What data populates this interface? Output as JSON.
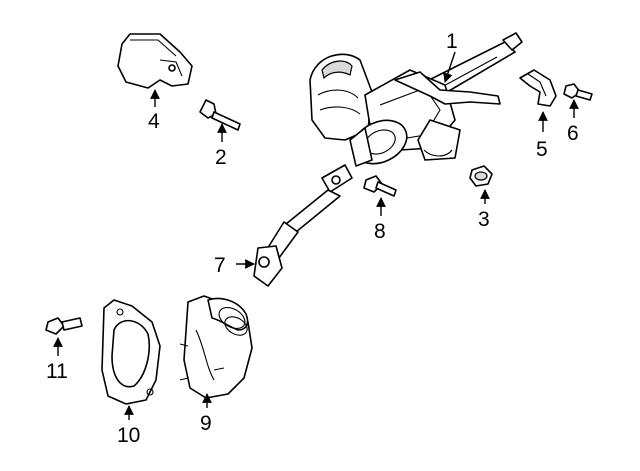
{
  "callouts": [
    {
      "id": "1",
      "label": "1"
    },
    {
      "id": "2",
      "label": "2"
    },
    {
      "id": "3",
      "label": "3"
    },
    {
      "id": "4",
      "label": "4"
    },
    {
      "id": "5",
      "label": "5"
    },
    {
      "id": "6",
      "label": "6"
    },
    {
      "id": "7",
      "label": "7"
    },
    {
      "id": "8",
      "label": "8"
    },
    {
      "id": "9",
      "label": "9"
    },
    {
      "id": "10",
      "label": "10"
    },
    {
      "id": "11",
      "label": "11"
    }
  ],
  "colors": {
    "line": "#000000",
    "background": "#ffffff",
    "shade": "#d9d9d9"
  }
}
